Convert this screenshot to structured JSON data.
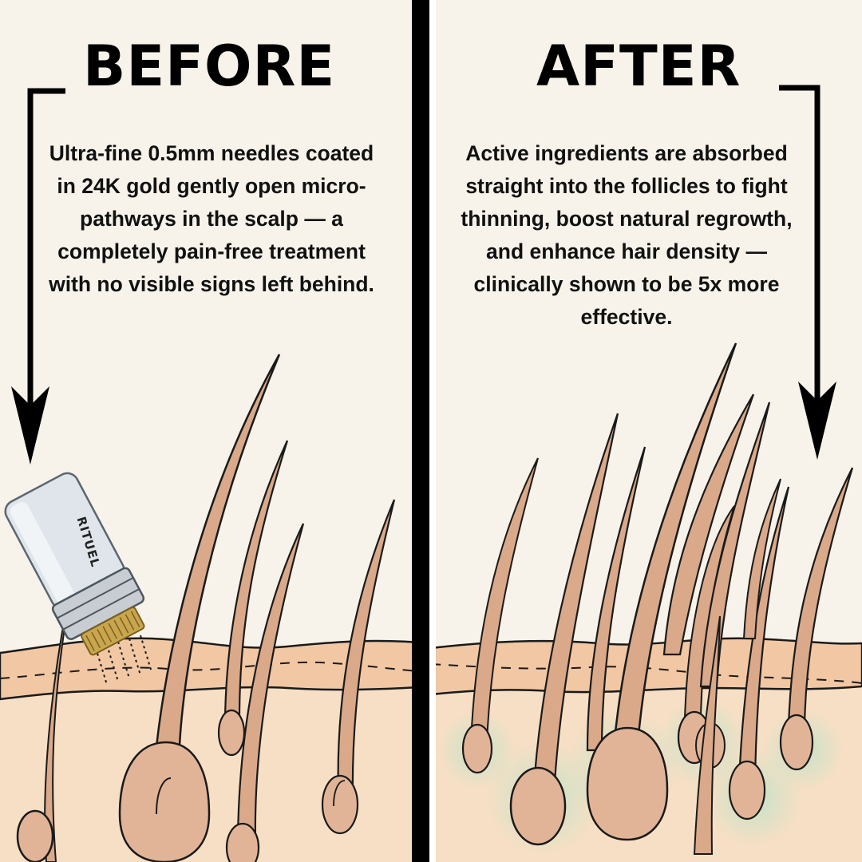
{
  "before": {
    "heading": "BEFORE",
    "caption": "Ultra-fine 0.5mm needles coated in 24K gold gently open micro-pathways in the scalp — a completely pain-free treatment with no visible signs left behind.",
    "product_label": "RITUEL"
  },
  "after": {
    "heading": "AFTER",
    "caption": "Active ingredients are absorbed straight into the follicles to fight thinning, boost natural regrowth, and enhance hair density — clinically shown to be 5x more effective."
  },
  "colors": {
    "skin": "#f1c7a4",
    "dermis": "#f6dfc4",
    "hair": "#d9a98a",
    "bulb": "#e2b497",
    "glow": "#bfe3c9",
    "ink": "#000000",
    "background": "#f7f3ea"
  }
}
